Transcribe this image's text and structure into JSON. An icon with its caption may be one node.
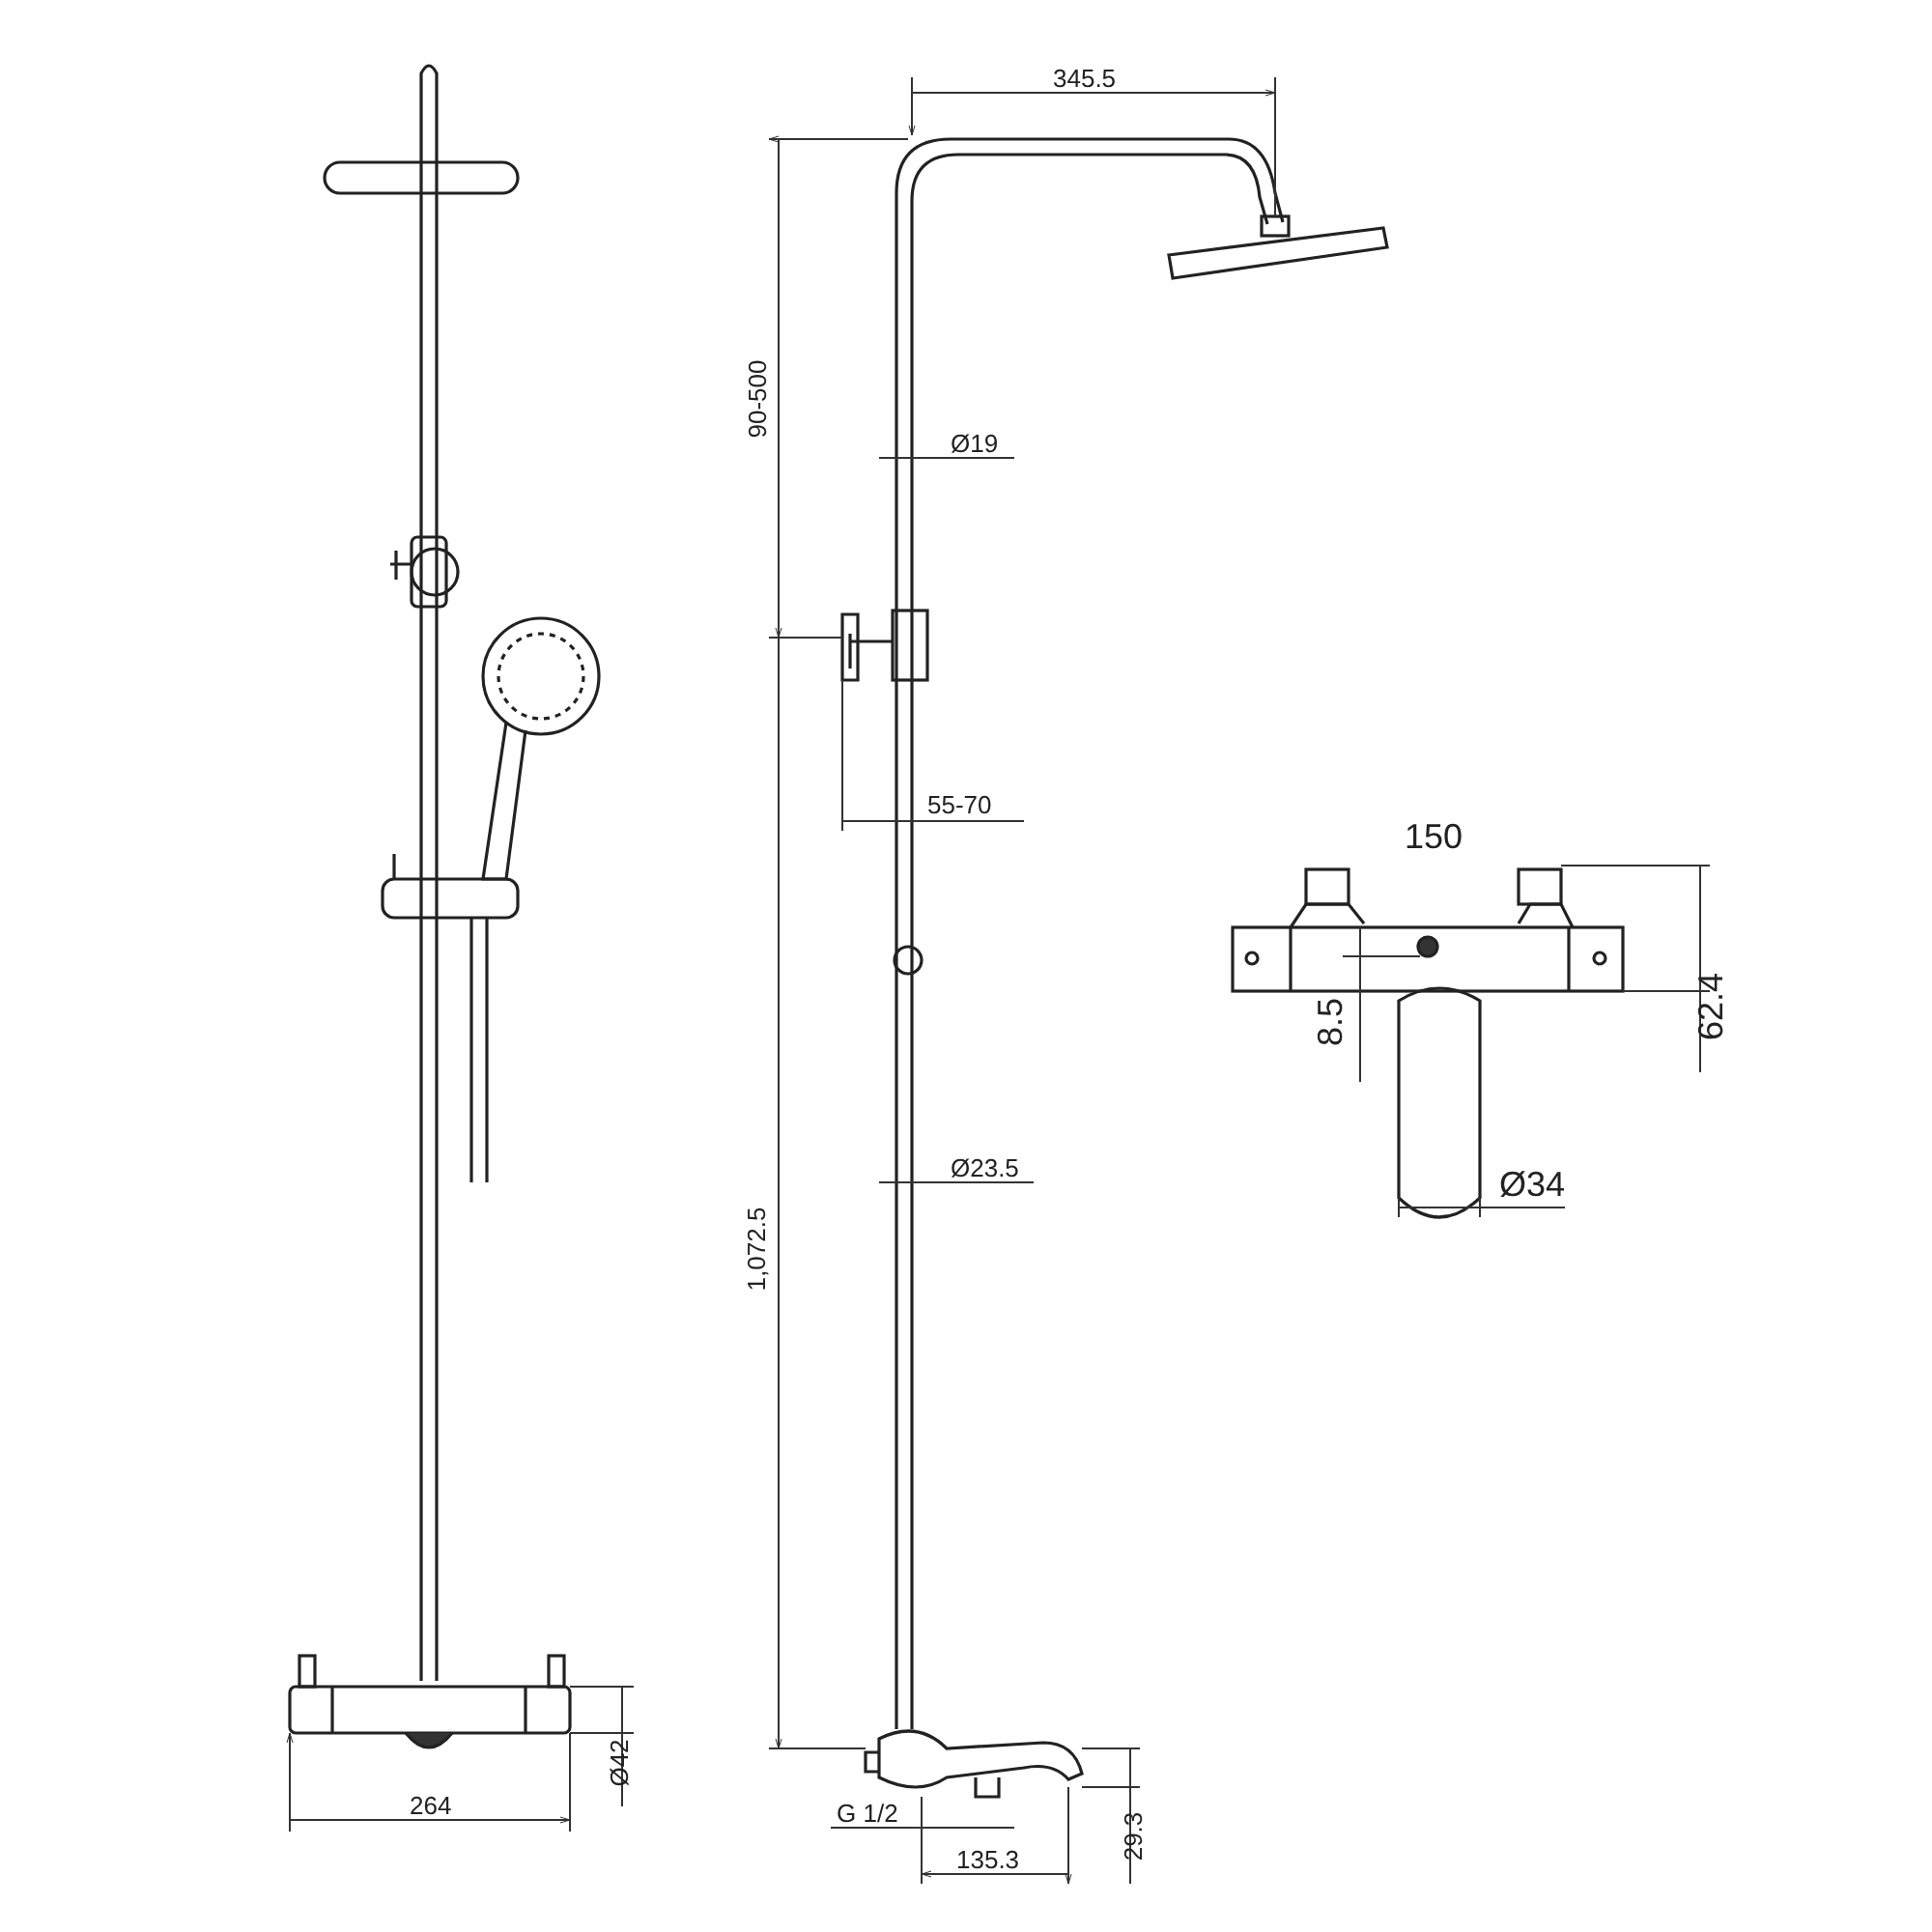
{
  "diagram": {
    "labels": [
      "345.5",
      "90-500",
      "Ø19",
      "55-70",
      "150",
      "62.4",
      "8.5",
      "Ø34",
      "Ø23.5",
      "1,072.5",
      "264",
      "Ø42",
      "G 1/2",
      "135.3",
      "29.3"
    ]
  }
}
